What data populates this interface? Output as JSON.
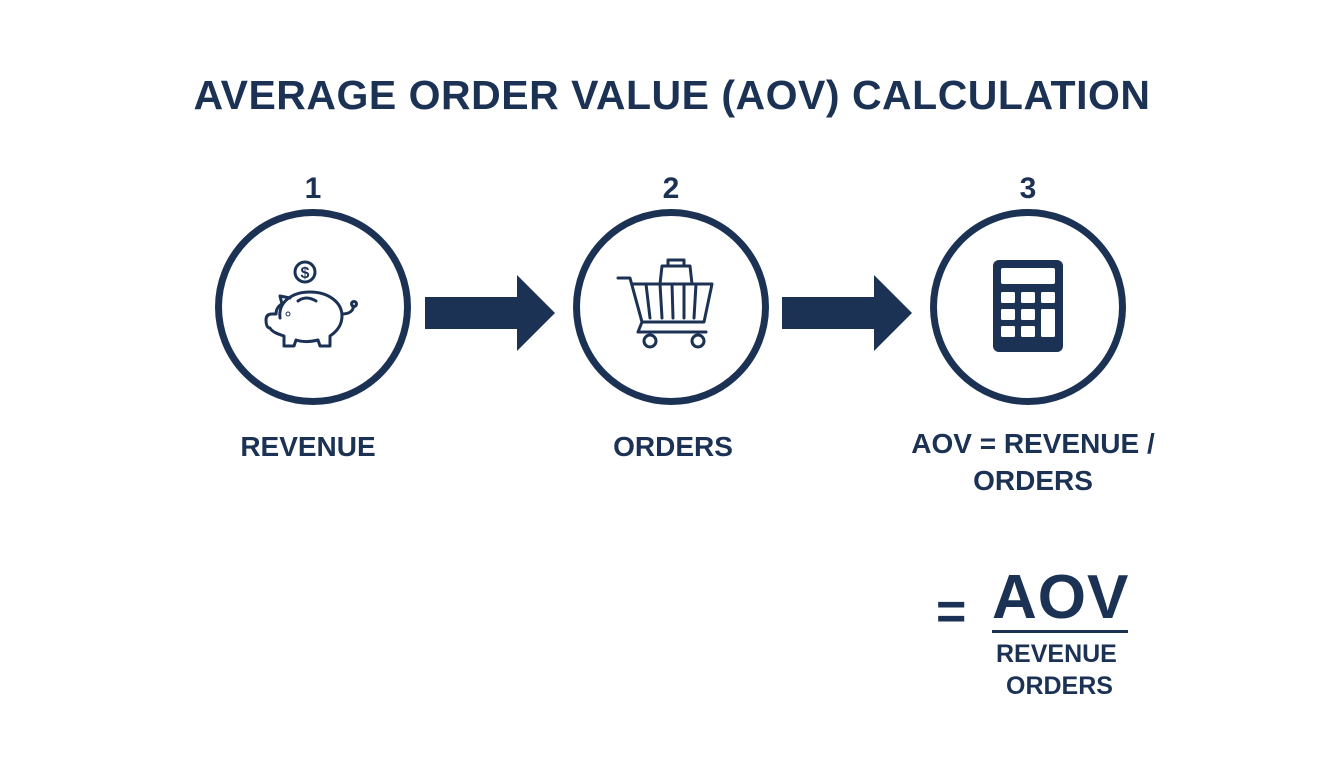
{
  "title": "AVERAGE ORDER VALUE (AOV) CALCULATION",
  "colors": {
    "primary": "#1c3254",
    "background": "#ffffff"
  },
  "steps": [
    {
      "number": "1",
      "label": "REVENUE",
      "icon": "piggy-bank-icon"
    },
    {
      "number": "2",
      "label": "ORDERS",
      "icon": "shopping-cart-icon"
    },
    {
      "number": "3",
      "label_line1": "AOV = REVENUE /",
      "label_line2": "ORDERS",
      "icon": "calculator-icon"
    }
  ],
  "arrows": [
    {
      "icon": "arrow-right-icon"
    },
    {
      "icon": "arrow-right-icon"
    }
  ],
  "formula": {
    "equals": "=",
    "result": "AOV",
    "numerator": "REVENUE",
    "denominator": "ORDERS"
  }
}
